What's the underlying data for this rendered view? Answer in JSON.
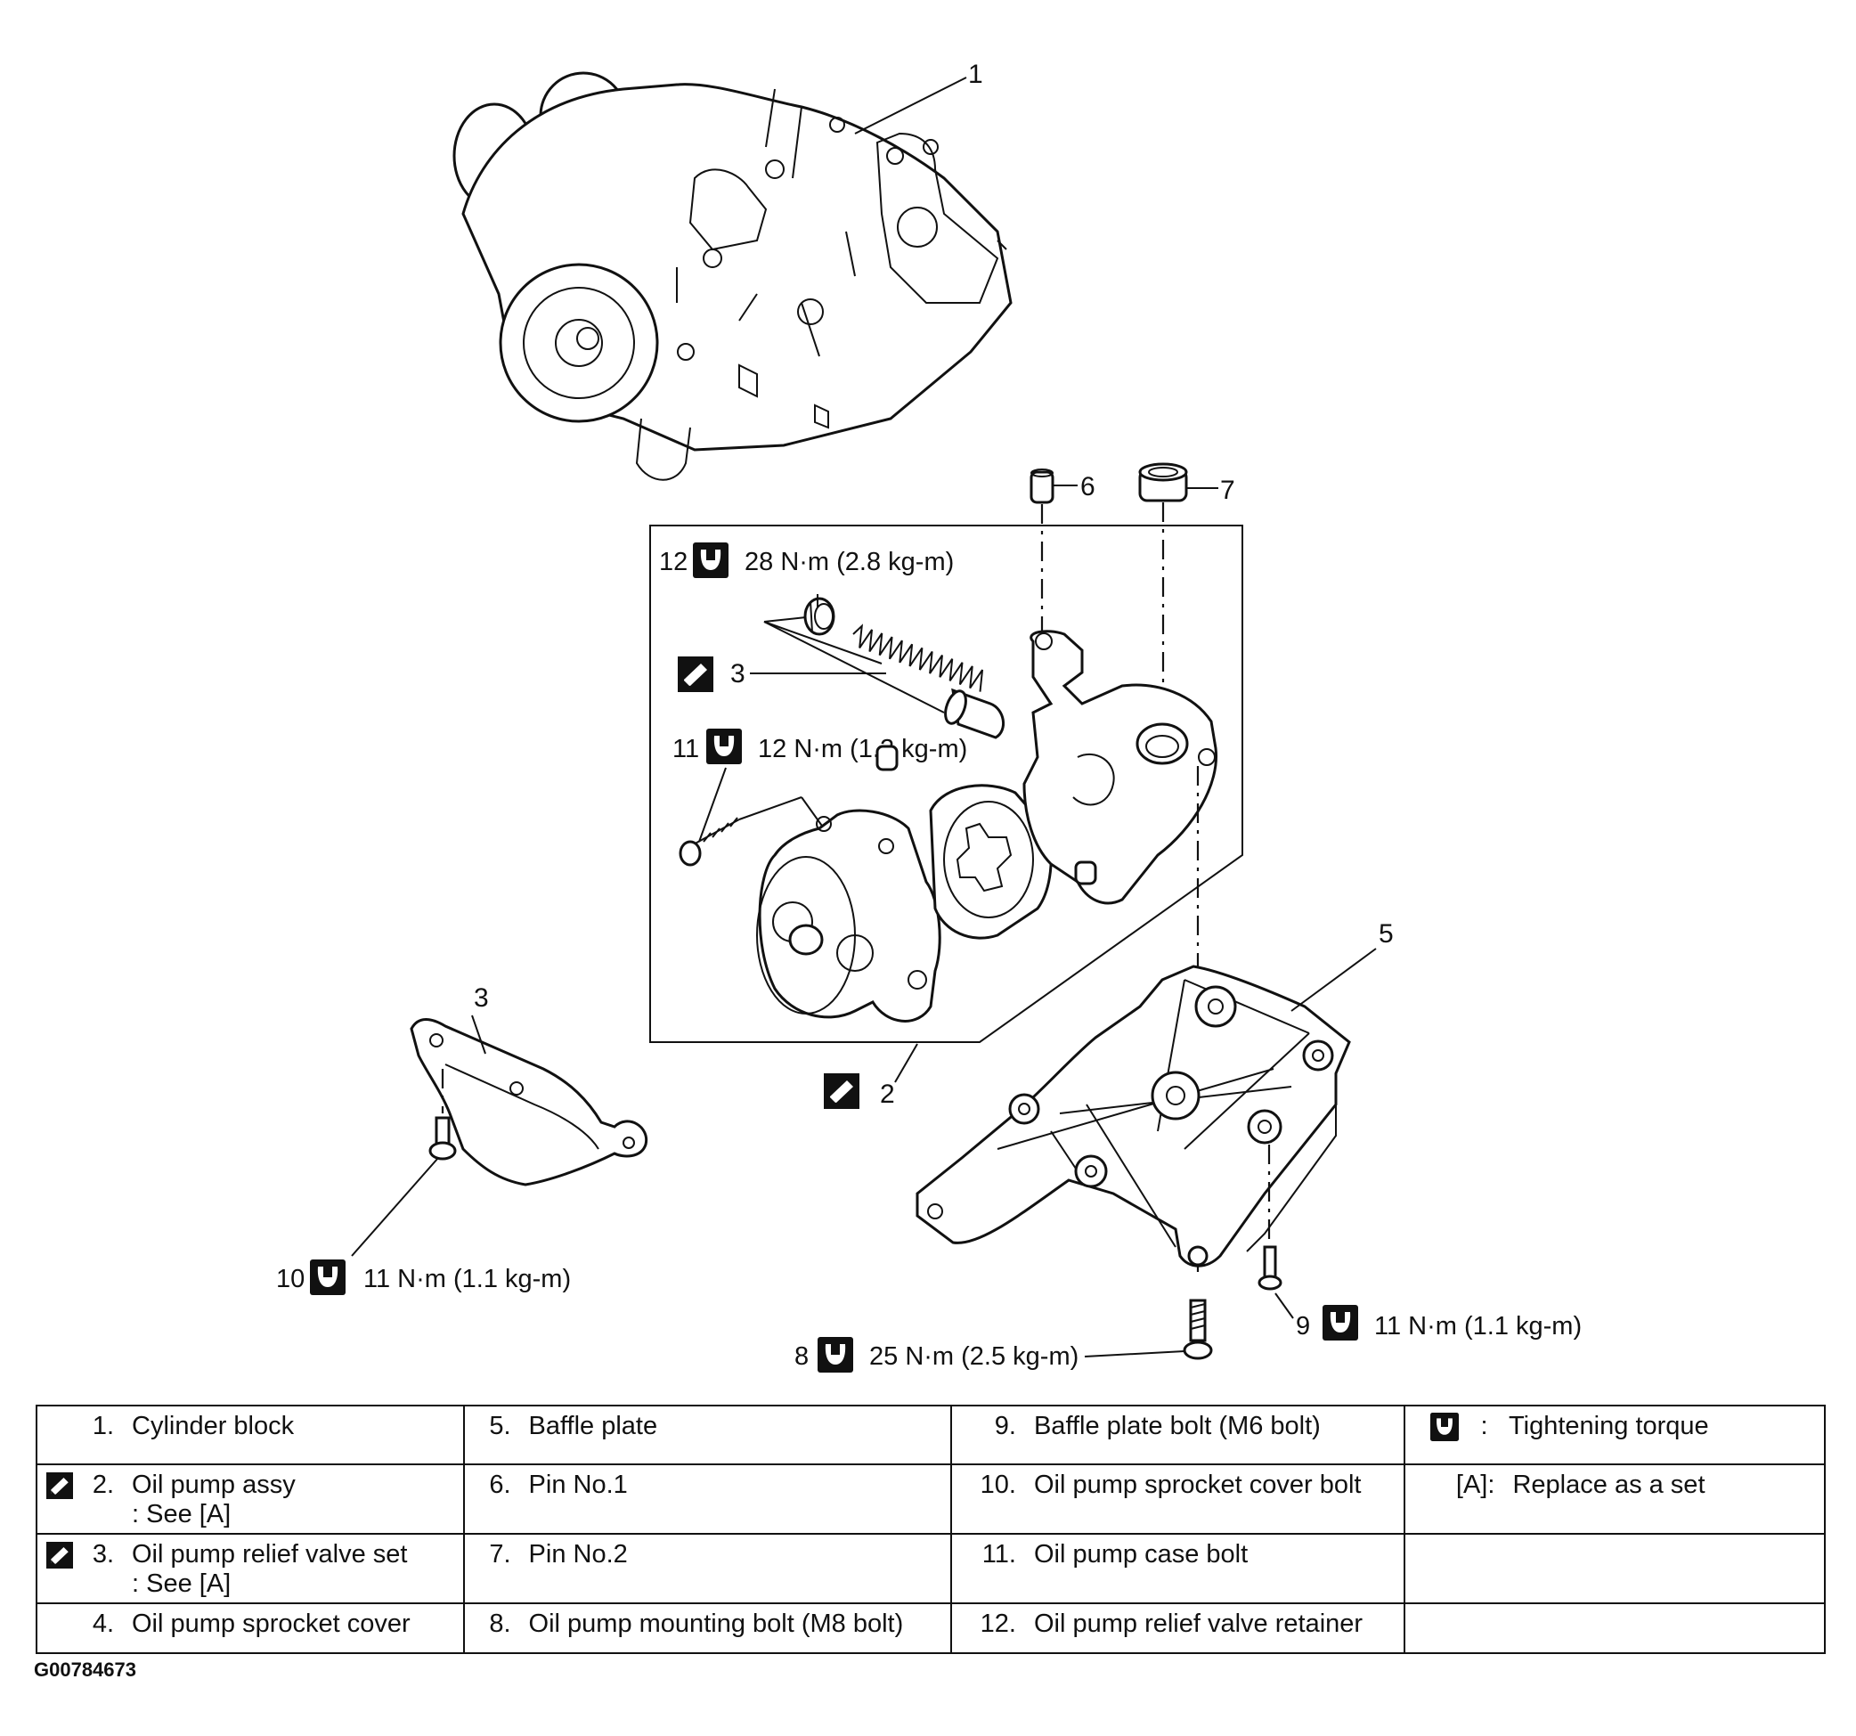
{
  "callouts": {
    "c1": "1",
    "c2": "2",
    "c3": "3",
    "c3b": "3",
    "c5": "5",
    "c6": "6",
    "c7": "7",
    "c8": "8",
    "c9": "9",
    "c10": "10",
    "c11": "11",
    "c12": "12"
  },
  "torques": {
    "t12": "28 N·m (2.8 kg-m)",
    "t11": "12 N·m (1.2 kg-m)",
    "t10": "11 N·m (1.1 kg-m)",
    "t8": "25 N·m (2.5 kg-m)",
    "t9": "11 N·m (1.1 kg-m)"
  },
  "legend": {
    "r1": {
      "a_num": "1.",
      "a_text": "Cylinder block",
      "b_num": "5.",
      "b_text": "Baffle plate",
      "c_num": "9.",
      "c_text": "Baffle plate bolt (M6 bolt)",
      "d_key": ":",
      "d_text": "Tightening torque"
    },
    "r2": {
      "a_num": "2.",
      "a_text": "Oil pump assy",
      "a_sub": ": See [A]",
      "b_num": "6.",
      "b_text": "Pin No.1",
      "c_num": "10.",
      "c_text": "Oil pump sprocket cover bolt",
      "d_key": "[A]:",
      "d_text": "Replace as a set"
    },
    "r3": {
      "a_num": "3.",
      "a_text": "Oil pump relief valve set",
      "a_sub": ": See [A]",
      "b_num": "7.",
      "b_text": "Pin No.2",
      "c_num": "11.",
      "c_text": "Oil pump case bolt"
    },
    "r4": {
      "a_num": "4.",
      "a_text": "Oil pump sprocket cover",
      "b_num": "8.",
      "b_text": "Oil pump mounting bolt (M8 bolt)",
      "c_num": "12.",
      "c_text": "Oil pump relief valve retainer"
    }
  },
  "figure_code": "G00784673",
  "icons": {
    "torque": "torque-wrench-icon",
    "replace": "replace-set-icon"
  }
}
